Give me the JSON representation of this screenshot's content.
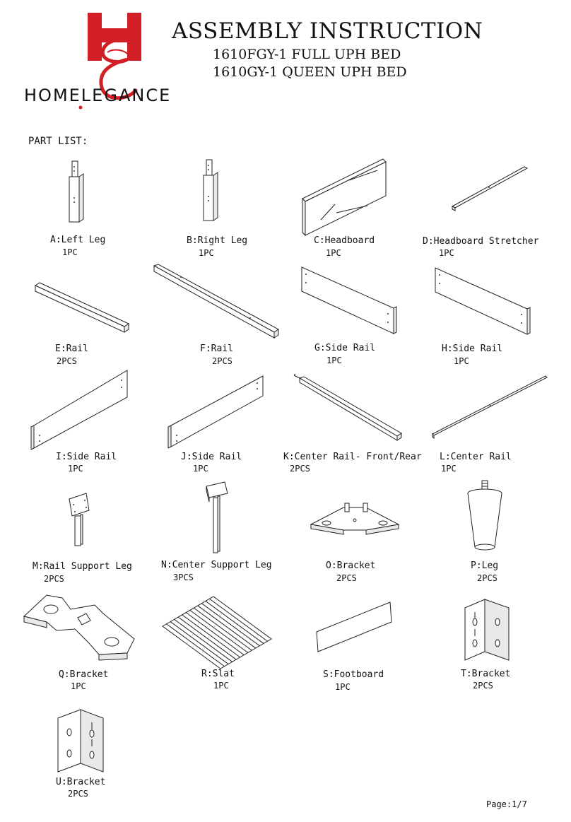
{
  "brand": {
    "name": "HOMELEGANCE"
  },
  "header": {
    "title": "ASSEMBLY INSTRUCTION",
    "subtitle_1": "1610FGY-1 FULL UPH BED",
    "subtitle_2": "1610GY-1 QUEEN UPH BED"
  },
  "part_list_label": "PART LIST:",
  "parts": [
    {
      "name": "A:Left Leg",
      "qty": "1PC"
    },
    {
      "name": "B:Right Leg",
      "qty": "1PC"
    },
    {
      "name": "C:Headboard",
      "qty": "1PC"
    },
    {
      "name": "D:Headboard Stretcher",
      "qty": "1PC"
    },
    {
      "name": "E:Rail",
      "qty": "2PCS"
    },
    {
      "name": "F:Rail",
      "qty": "2PCS"
    },
    {
      "name": "G:Side Rail",
      "qty": "1PC"
    },
    {
      "name": "H:Side Rail",
      "qty": "1PC"
    },
    {
      "name": "I:Side Rail",
      "qty": "1PC"
    },
    {
      "name": "J:Side Rail",
      "qty": "1PC"
    },
    {
      "name": "K:Center Rail- Front/Rear",
      "qty": "2PCS"
    },
    {
      "name": "L:Center Rail",
      "qty": "1PC"
    },
    {
      "name": "M:Rail Support Leg",
      "qty": "2PCS"
    },
    {
      "name": "N:Center Support Leg",
      "qty": "3PCS"
    },
    {
      "name": "O:Bracket",
      "qty": "2PCS"
    },
    {
      "name": "P:Leg",
      "qty": "2PCS"
    },
    {
      "name": "Q:Bracket",
      "qty": "1PC"
    },
    {
      "name": "R:Slat",
      "qty": "1PC"
    },
    {
      "name": "S:Footboard",
      "qty": "1PC"
    },
    {
      "name": "T:Bracket",
      "qty": "2PCS"
    },
    {
      "name": "U:Bracket",
      "qty": "2PCS"
    }
  ],
  "footer": {
    "page": "Page:1/7"
  },
  "colors": {
    "logo_red": "#d21f26",
    "ink": "#111111"
  }
}
